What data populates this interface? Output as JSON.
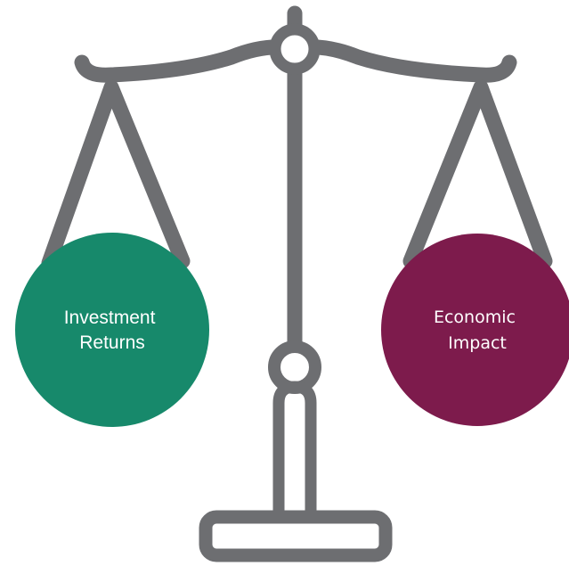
{
  "left_pan": {
    "line1": "Investment",
    "line2": "Returns",
    "fill": "#17896B"
  },
  "right_pan": {
    "line1": "Economic",
    "line2": "Impact",
    "fill": "#7D1B4C"
  },
  "scale_color": "#6D6E71",
  "label_color": "#FFFFFF"
}
